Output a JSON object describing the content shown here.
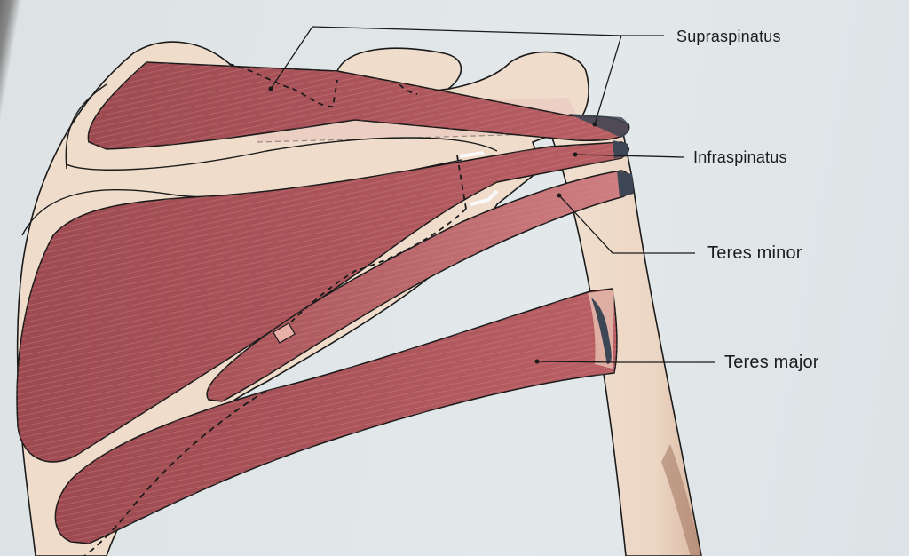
{
  "figure": {
    "subject": "Posterior view of right scapula and humerus showing rotator cuff and teres muscles",
    "labels": [
      {
        "id": "supraspinatus",
        "text": "Supraspinatus"
      },
      {
        "id": "infraspinatus",
        "text": "Infraspinatus"
      },
      {
        "id": "teres-minor",
        "text": "Teres minor"
      },
      {
        "id": "teres-major",
        "text": "Teres major"
      }
    ],
    "colors": {
      "background": "#e1e7e9",
      "bone": "#efdccb",
      "muscle": "#a24f55",
      "muscle_light": "#c8767a",
      "tendon_attachment": "#3d4654",
      "outline": "#1a1a1a"
    }
  }
}
